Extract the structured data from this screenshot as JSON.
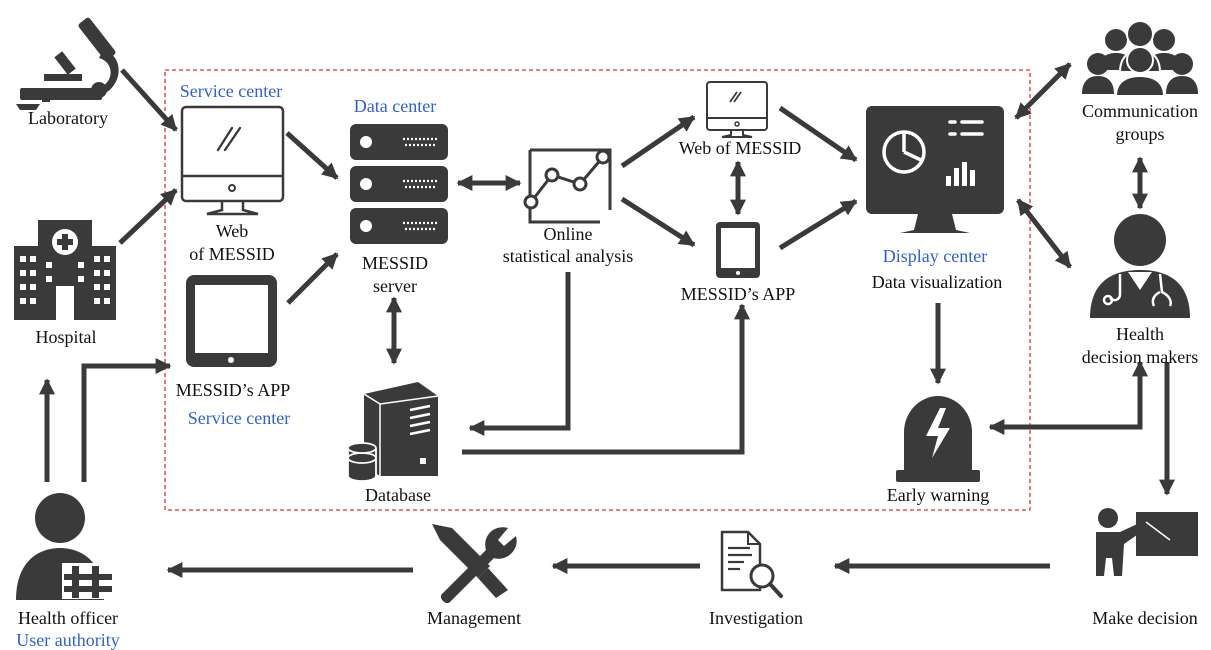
{
  "colors": {
    "ink": "#3a3a3a",
    "accent_text": "#2f5fe0",
    "dashed_border": "#e03030"
  },
  "labels": {
    "laboratory": "Laboratory",
    "hospital": "Hospital",
    "health_officer": "Health officer",
    "user_authority": "User authority",
    "service_center_top": "Service center",
    "web_line1": "Web",
    "web_line2": "of MESSID",
    "messid_app_left": "MESSID’s APP",
    "service_center_bottom": "Service center",
    "data_center": "Data center",
    "messid_server_line1": "MESSID",
    "messid_server_line2": "server",
    "database": "Database",
    "online_line1": "Online",
    "online_line2": "statistical analysis",
    "web_of_messid_small": "Web of MESSID",
    "messid_app_center": "MESSID’s APP",
    "display_center": "Display center",
    "data_visualization": "Data visualization",
    "early_warning": "Early warning",
    "communication_line1": "Communication",
    "communication_line2": "groups",
    "health_dm_line1": "Health",
    "health_dm_line2": "decision makers",
    "make_decision": "Make decision",
    "investigation": "Investigation",
    "management": "Management"
  },
  "icons": [
    "microscope-icon",
    "hospital-icon",
    "health-officer-icon",
    "desktop-monitor-icon",
    "tablet-icon",
    "server-rack-icon",
    "database-tower-icon",
    "analysis-graph-icon",
    "small-monitor-icon",
    "small-tablet-icon",
    "dashboard-monitor-icon",
    "warning-beacon-icon",
    "people-group-icon",
    "doctor-icon",
    "presenter-icon",
    "document-search-icon",
    "tools-icon"
  ]
}
